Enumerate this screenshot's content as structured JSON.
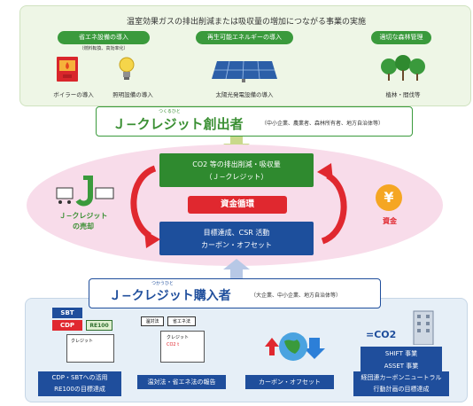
{
  "top": {
    "title": "温室効果ガスの排出削減または吸収量の増加につながる事業の実施",
    "categories": [
      {
        "label": "省エネ設備の導入",
        "sub": "（燃料転換、高効率化）"
      },
      {
        "label": "再生可能エネルギーの導入"
      },
      {
        "label": "適切な森林管理"
      }
    ],
    "captions": [
      "ボイラーの導入",
      "照明設備の導入",
      "太陽光発電設備の導入",
      "植林・間伐等"
    ]
  },
  "creator": {
    "title": "Ｊ−クレジット創出者",
    "ruby": "つくるひと",
    "note": "（中小企業、農業者、森林所有者、地方自治体等）"
  },
  "cycle": {
    "credit_line1": "CO2 等の排出削減・吸収量",
    "credit_line2": "（Ｊ−クレジット）",
    "fund": "資金循環",
    "goal_line1": "目標達成、CSR 活動",
    "goal_line2": "カーボン・オフセット",
    "left_label_line1": "Ｊ−クレジット",
    "left_label_line2": "の売却",
    "right_label": "資金",
    "yen": "¥"
  },
  "buyer": {
    "title": "Ｊ−クレジット購入者",
    "ruby": "つかうひと",
    "note": "（大企業、中小企業、地方自治体等）"
  },
  "bottom": {
    "badges": [
      "SBT",
      "CDP",
      "RE100"
    ],
    "doc_label": "クレジット",
    "law_badges": [
      "温対法",
      "省エネ法"
    ],
    "law_doc": "クレジット",
    "law_doc_value": "CO2 t",
    "co2_label": "=CO2",
    "shift_line1": "SHIFT 事業",
    "shift_line2": "ASSET 事業",
    "captions": [
      {
        "line1": "CDP・SBTへの活用",
        "line2": "RE100の目標達成"
      },
      {
        "line1": "温対法・省エネ法の報告"
      },
      {
        "line1": "カーボン・オフセット"
      },
      {
        "line1": "経団連カーボンニュートラル",
        "line2": "行動計画の目標達成"
      }
    ]
  },
  "colors": {
    "green": "#3a9a3c",
    "blue": "#1f4e9c",
    "red": "#e0282f",
    "pink": "#f8dcea",
    "yen": "#f5a623"
  }
}
